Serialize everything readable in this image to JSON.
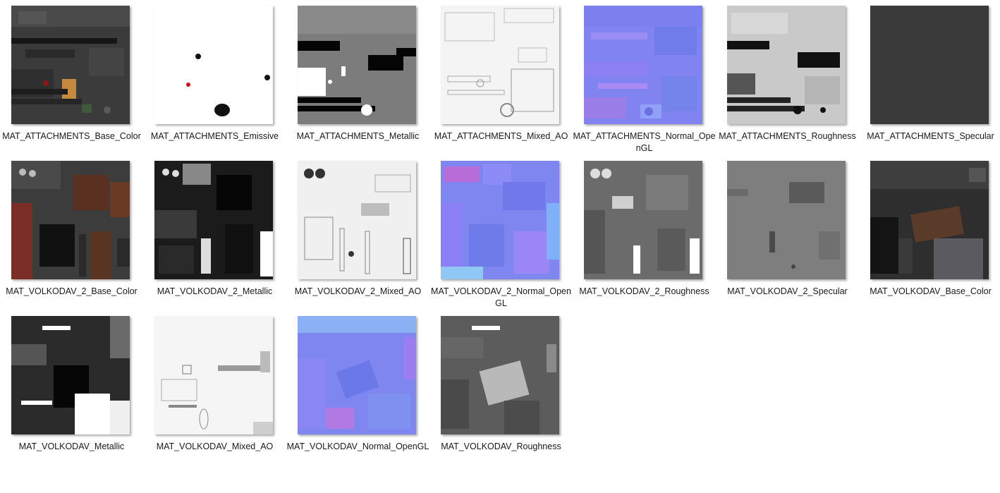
{
  "files": [
    {
      "name": "MAT_ATTACHMENTS_Base_Color",
      "icon": "texture-base-color-thumbnail"
    },
    {
      "name": "MAT_ATTACHMENTS_Emissive",
      "icon": "texture-emissive-thumbnail"
    },
    {
      "name": "MAT_ATTACHMENTS_Metallic",
      "icon": "texture-metallic-thumbnail"
    },
    {
      "name": "MAT_ATTACHMENTS_Mixed_AO",
      "icon": "texture-ao-thumbnail"
    },
    {
      "name": "MAT_ATTACHMENTS_Normal_OpenGL",
      "icon": "texture-normal-thumbnail"
    },
    {
      "name": "MAT_ATTACHMENTS_Roughness",
      "icon": "texture-roughness-thumbnail"
    },
    {
      "name": "MAT_ATTACHMENTS_Specular",
      "icon": "texture-specular-thumbnail"
    },
    {
      "name": "MAT_VOLKODAV_2_Base_Color",
      "icon": "texture-base-color-thumbnail"
    },
    {
      "name": "MAT_VOLKODAV_2_Metallic",
      "icon": "texture-metallic-thumbnail"
    },
    {
      "name": "MAT_VOLKODAV_2_Mixed_AO",
      "icon": "texture-ao-thumbnail"
    },
    {
      "name": "MAT_VOLKODAV_2_Normal_OpenGL",
      "icon": "texture-normal-thumbnail"
    },
    {
      "name": "MAT_VOLKODAV_2_Roughness",
      "icon": "texture-roughness-thumbnail"
    },
    {
      "name": "MAT_VOLKODAV_2_Specular",
      "icon": "texture-specular-thumbnail"
    },
    {
      "name": "MAT_VOLKODAV_Base_Color",
      "icon": "texture-base-color-thumbnail"
    },
    {
      "name": "MAT_VOLKODAV_Metallic",
      "icon": "texture-metallic-thumbnail"
    },
    {
      "name": "MAT_VOLKODAV_Mixed_AO",
      "icon": "texture-ao-thumbnail"
    },
    {
      "name": "MAT_VOLKODAV_Normal_OpenGL",
      "icon": "texture-normal-thumbnail"
    },
    {
      "name": "MAT_VOLKODAV_Roughness",
      "icon": "texture-roughness-thumbnail"
    }
  ],
  "colors": {
    "label_text": "#1a1a1a",
    "background": "#ffffff"
  }
}
